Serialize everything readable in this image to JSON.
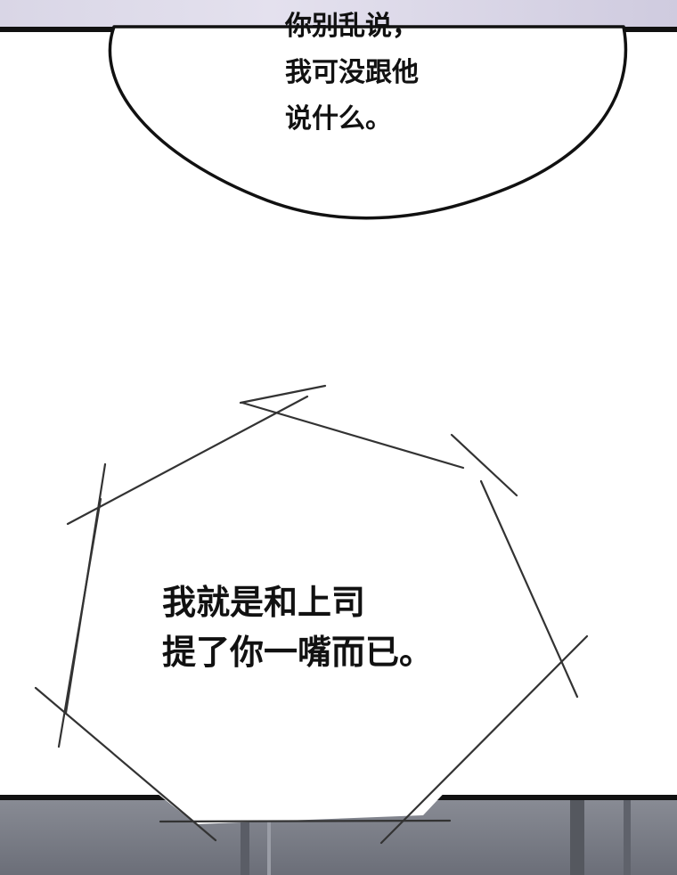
{
  "top_bubble": {
    "lines": [
      "你别乱说，",
      "我可没跟他",
      "说什么。"
    ]
  },
  "center_bubble": {
    "lines": [
      "我就是和上司",
      "提了你一嘴而已。"
    ]
  },
  "colors": {
    "ink": "#111111",
    "paper": "#ffffff",
    "top_panel_tint": "#d9d6e6",
    "bottom_panel_tint": "#7a7d87"
  }
}
